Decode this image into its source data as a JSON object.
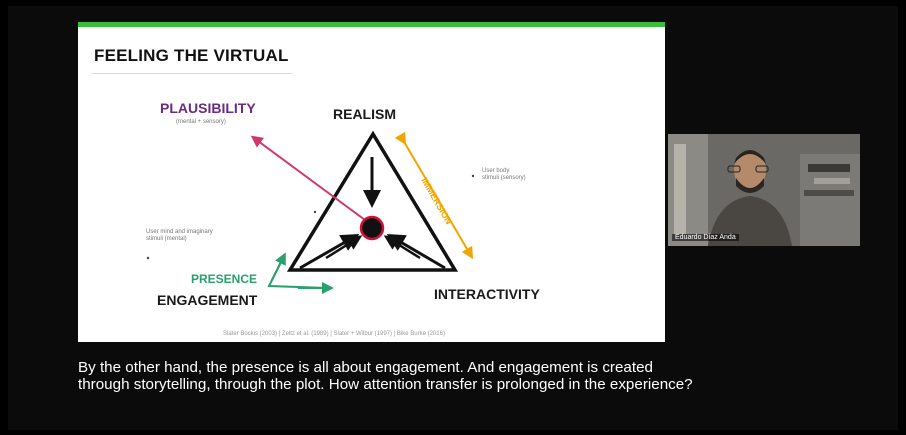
{
  "slide": {
    "title": "FEELING THE VIRTUAL",
    "labels": {
      "plausibility": "PLAUSIBILITY",
      "plausibility_sub": "(mental + sensory)",
      "realism": "REALISM",
      "immersion": "IMMERSION",
      "presence": "PRESENCE",
      "engagement": "ENGAGEMENT",
      "interactivity": "INTERACTIVITY",
      "user_body": "User body\nstimuli (sensory)",
      "user_mind": "User mind and imaginary\nstimuli (mental)"
    },
    "citation": "Slater Bockis (2003) | Zeltz et al. (1989) | Slater + Wilbur (1997) | Bike Burke (2016)"
  },
  "colors": {
    "slide_accent": "#3dbb3a",
    "plausibility": "#6b2a84",
    "presence": "#2aa06c",
    "immersion": "#f2a400",
    "plausibility_arrow": "#d0386a",
    "center_dot": "#d0103a"
  },
  "webcam": {
    "participant_name": "Eduardo Díaz Anda"
  },
  "caption": {
    "line1": "By the other hand, the presence is all about engagement. And engagement is created",
    "line2": "through storytelling, through the plot. How attention transfer is prolonged in the experience?"
  }
}
